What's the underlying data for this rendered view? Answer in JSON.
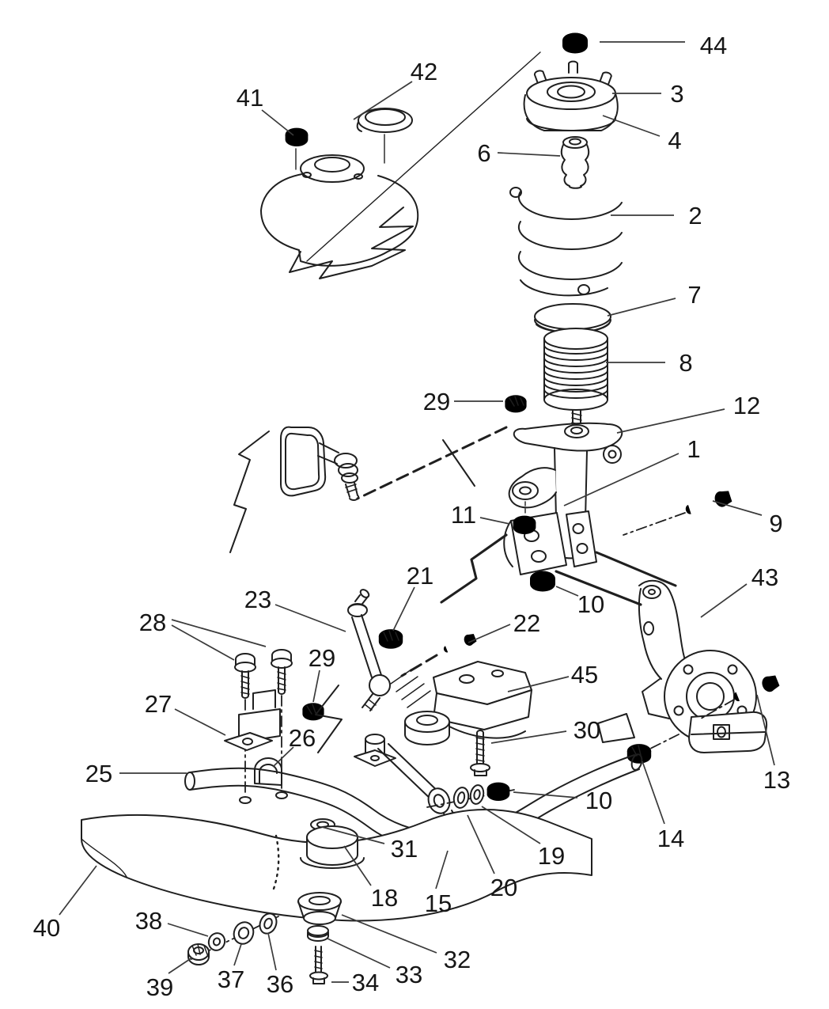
{
  "colors": {
    "background": "#ffffff",
    "linework": "#1f1f1f",
    "labels": "#161616"
  },
  "callouts": [
    {
      "label": "44"
    },
    {
      "label": "42"
    },
    {
      "label": "41"
    },
    {
      "label": "3"
    },
    {
      "label": "4"
    },
    {
      "label": "6"
    },
    {
      "label": "2"
    },
    {
      "label": "7"
    },
    {
      "label": "8"
    },
    {
      "label": "29"
    },
    {
      "label": "12"
    },
    {
      "label": "1"
    },
    {
      "label": "9"
    },
    {
      "label": "11"
    },
    {
      "label": "10"
    },
    {
      "label": "43"
    },
    {
      "label": "21"
    },
    {
      "label": "22"
    },
    {
      "label": "23"
    },
    {
      "label": "28"
    },
    {
      "label": "29"
    },
    {
      "label": "27"
    },
    {
      "label": "26"
    },
    {
      "label": "45"
    },
    {
      "label": "30"
    },
    {
      "label": "25"
    },
    {
      "label": "10"
    },
    {
      "label": "13"
    },
    {
      "label": "14"
    },
    {
      "label": "19"
    },
    {
      "label": "20"
    },
    {
      "label": "31"
    },
    {
      "label": "18"
    },
    {
      "label": "15"
    },
    {
      "label": "40"
    },
    {
      "label": "38"
    },
    {
      "label": "39"
    },
    {
      "label": "37"
    },
    {
      "label": "36"
    },
    {
      "label": "32"
    },
    {
      "label": "33"
    },
    {
      "label": "34"
    }
  ]
}
